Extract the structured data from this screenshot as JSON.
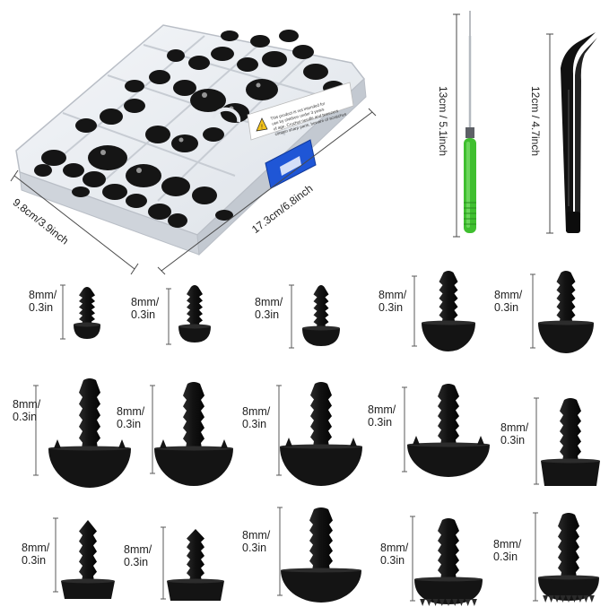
{
  "product": {
    "box_width_dim": "17.3cm/6.8inch",
    "box_depth_dim": "9.8cm/3.9inch",
    "needle_dim": "13cm / 5.1inch",
    "tweezer_dim": "12cm / 4.7inch",
    "warning_label": "This product is not intended for use by children under 3 years of age. Crochet needle and tweezers contain sharp parts, beware of scratches"
  },
  "eye_label": {
    "line1": "8mm/",
    "line2": "0.3in"
  },
  "colors": {
    "eye": "#141414",
    "needle_handle": "#3fbf2f",
    "latch": "#1f56d6",
    "box_edge": "#c9cdd3",
    "warning": "#f2c21b"
  },
  "icons": [
    "safety-eye-icon",
    "warning-icon",
    "crochet-needle-icon",
    "tweezers-icon"
  ]
}
